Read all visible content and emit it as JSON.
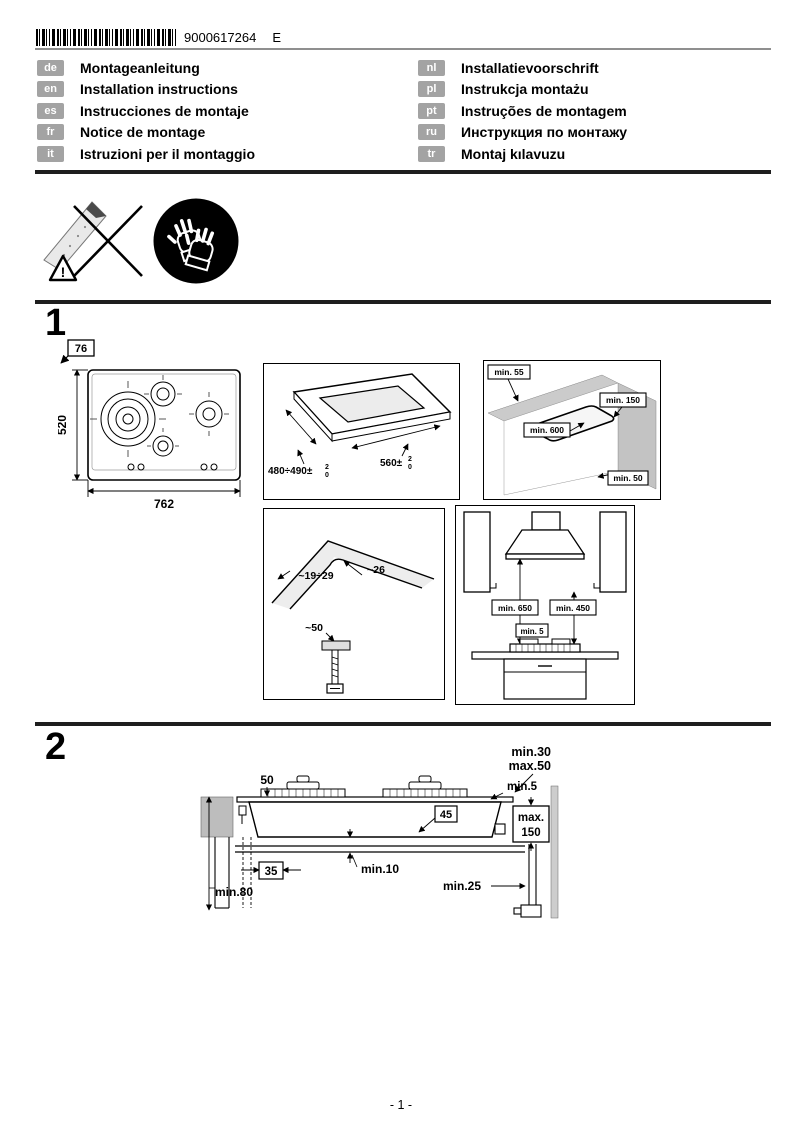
{
  "header": {
    "code": "9000617264",
    "revision": "E"
  },
  "languages": {
    "left": [
      {
        "code": "de",
        "title": "Montageanleitung"
      },
      {
        "code": "en",
        "title": "Installation instructions"
      },
      {
        "code": "es",
        "title": "Instrucciones de montaje"
      },
      {
        "code": "fr",
        "title": "Notice de montage"
      },
      {
        "code": "it",
        "title": "Istruzioni per il montaggio"
      }
    ],
    "right": [
      {
        "code": "nl",
        "title": "Installatievoorschrift"
      },
      {
        "code": "pl",
        "title": "Instrukcja montażu"
      },
      {
        "code": "pt",
        "title": "Instruções de montagem"
      },
      {
        "code": "ru",
        "title": "Инструкция по монтажу"
      },
      {
        "code": "tr",
        "title": "Montaj kılavuzu"
      }
    ]
  },
  "icons": {
    "warning_mark": "!"
  },
  "section1": {
    "number": "1",
    "hob": {
      "height": "76",
      "width": "762",
      "depth": "520"
    },
    "cutout": {
      "depth": "480÷490±",
      "depth_tol_plus": "2",
      "depth_tol_minus": "0",
      "width": "560±",
      "width_tol_plus": "2",
      "width_tol_minus": "0"
    },
    "clearances": {
      "rear": "min. 55",
      "side": "min. 150",
      "width": "min. 600",
      "front": "min. 50"
    },
    "corner": {
      "edge": "~19÷29",
      "radius": "~26",
      "clamp": "~50"
    },
    "hood": {
      "above_hob": "min. 650",
      "above_cabinet": "min. 450",
      "gap": "min. 5"
    }
  },
  "section2": {
    "number": "2",
    "dims": {
      "flange": "50",
      "tub": "45",
      "worktop_min": "min.30",
      "worktop_max": "max.50",
      "side_gap": "min.5",
      "conn_box_l1": "max.",
      "conn_box_l2": "150",
      "below": "min.80",
      "side_panel": "35",
      "shelf_gap": "min.10",
      "pipe_gap": "min.25"
    }
  },
  "footer": {
    "page": "- 1 -"
  }
}
